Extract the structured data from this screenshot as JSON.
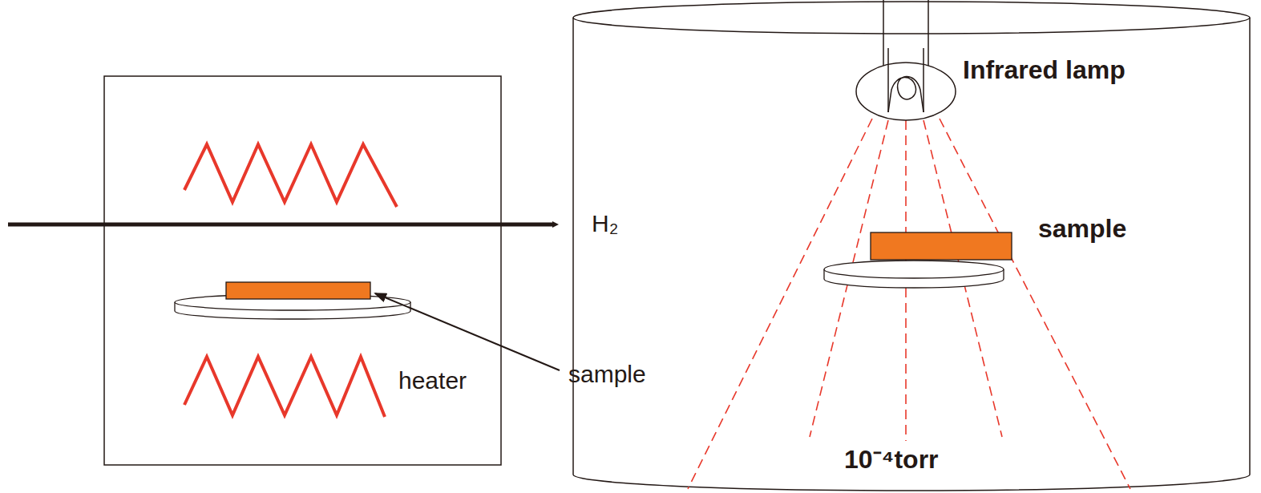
{
  "diagram": {
    "labels": [
      "H₂",
      "sample",
      "heater",
      "Infrared lamp",
      "sample",
      "10⁻⁴torr"
    ]
  }
}
